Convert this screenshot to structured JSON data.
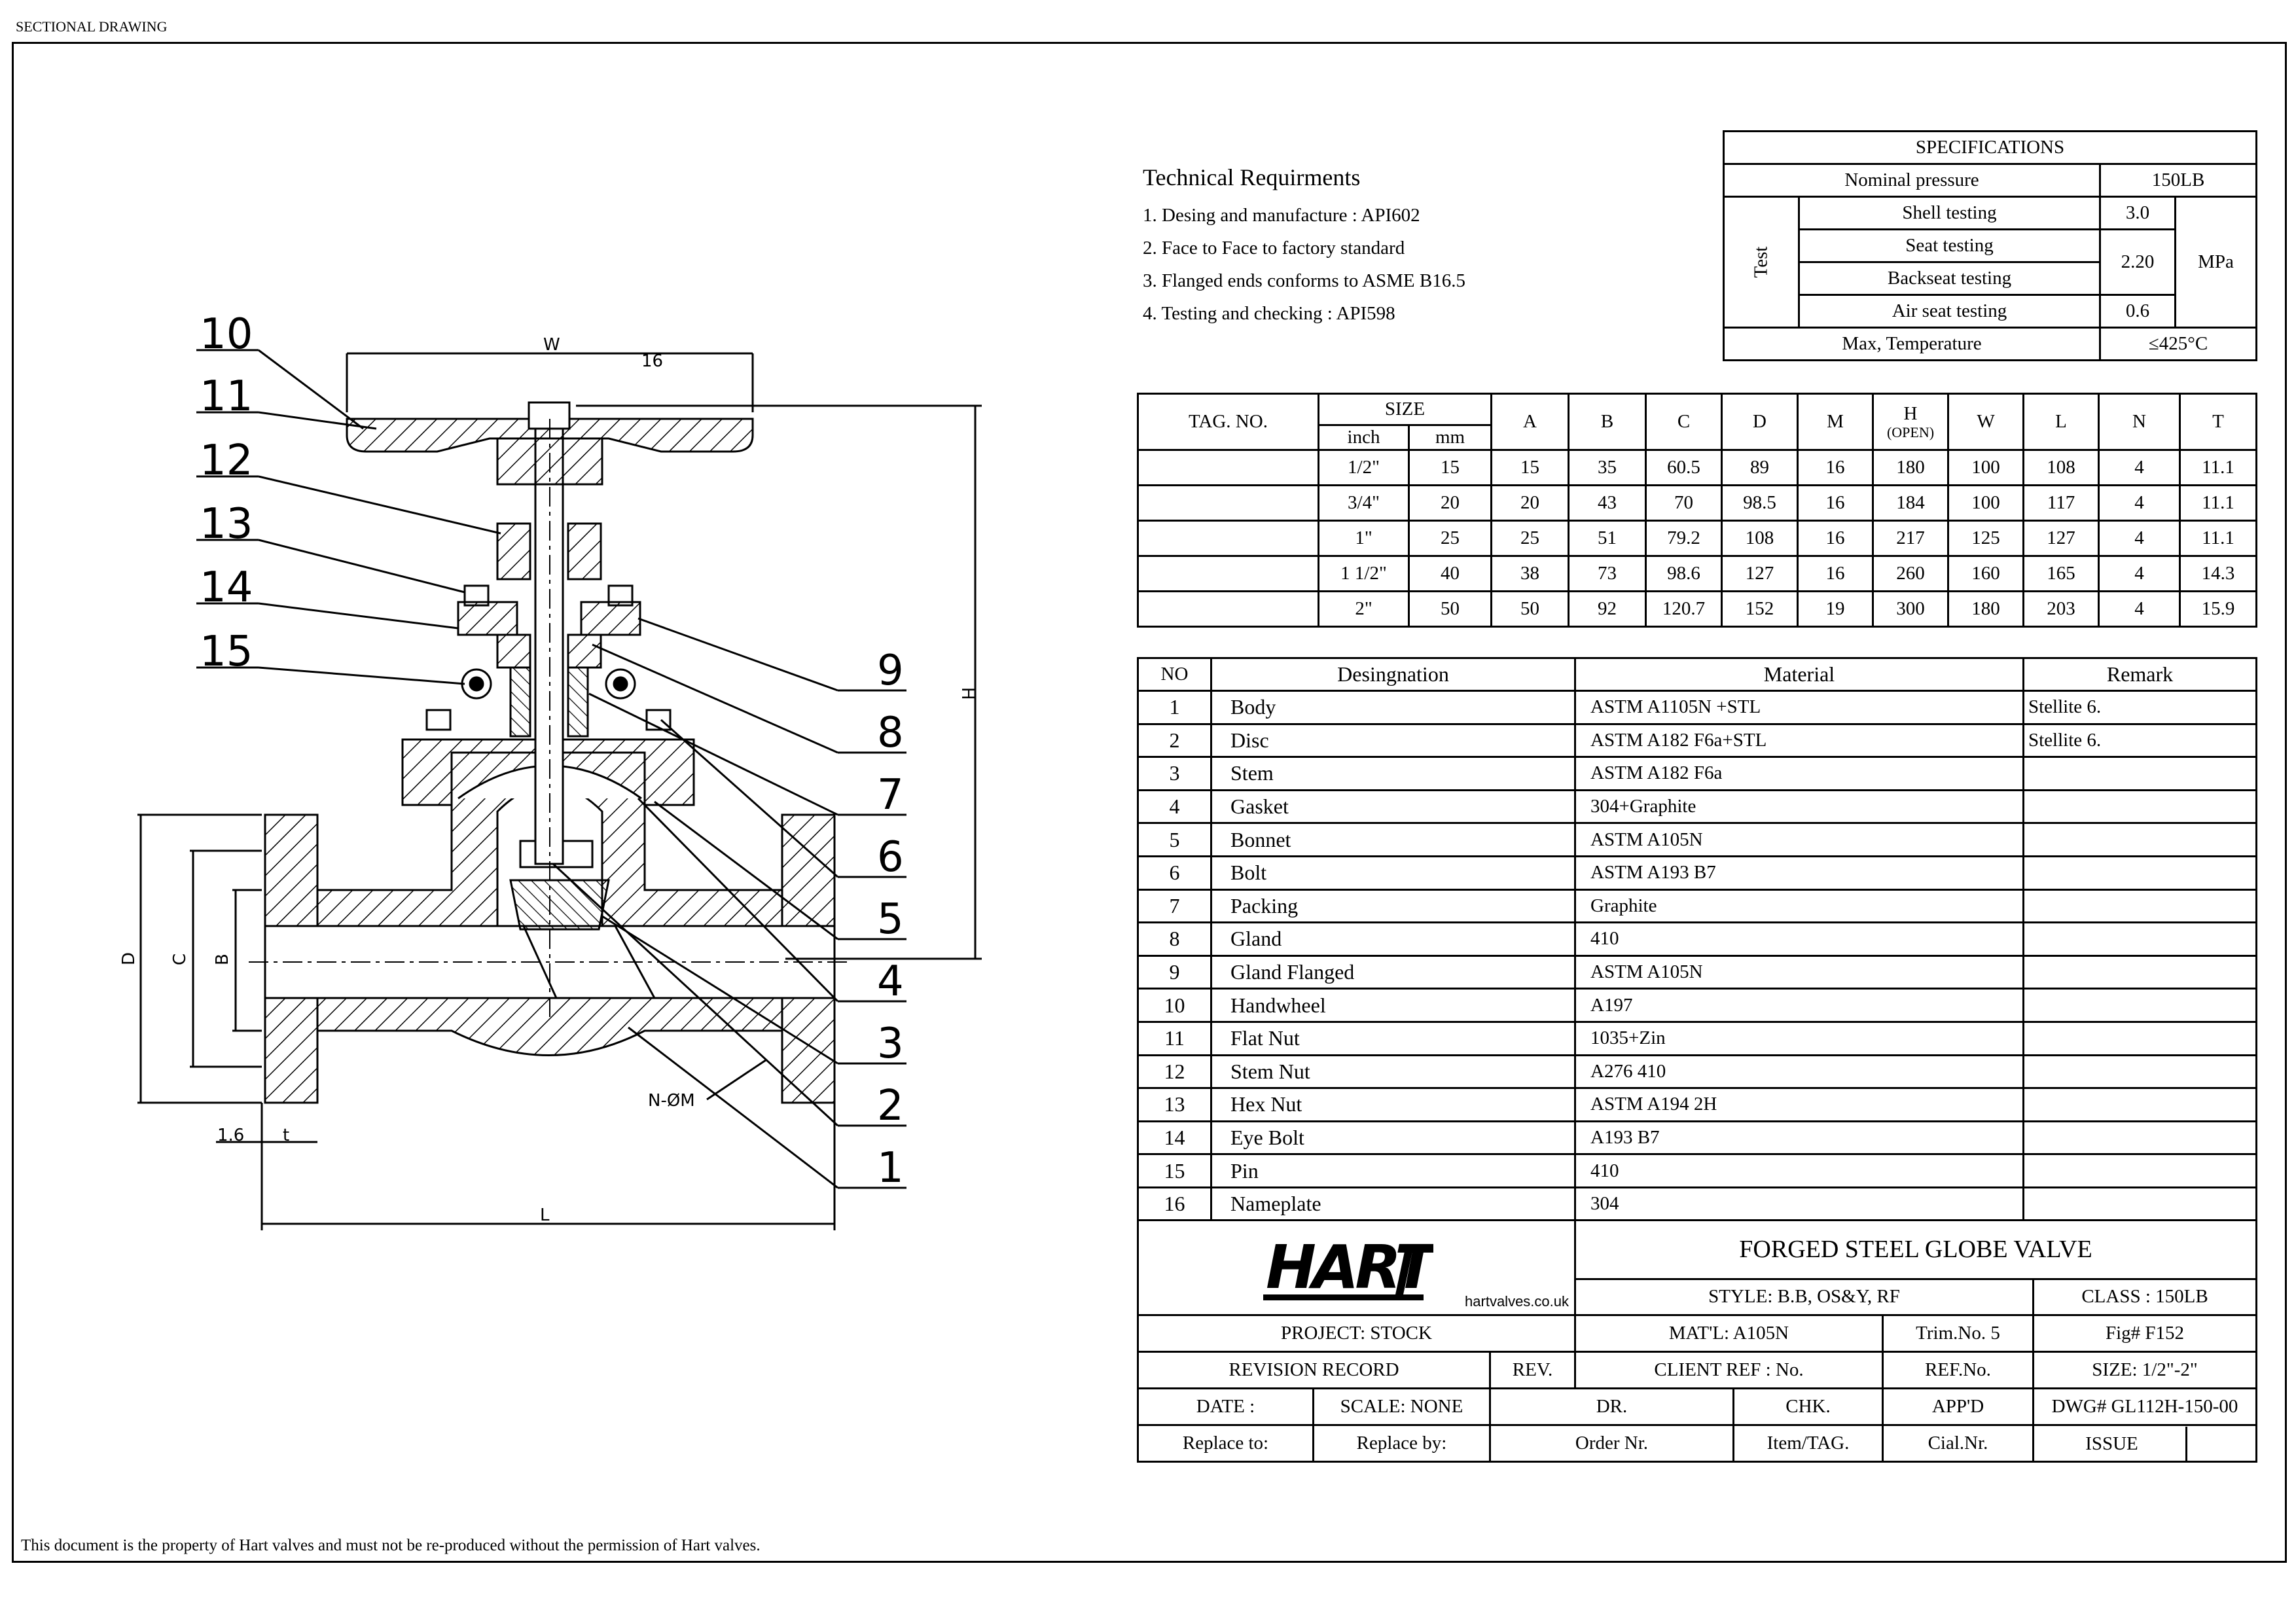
{
  "header": "SECTIONAL DRAWING",
  "footer": "This document is the property of Hart valves and must not be re-produced without the permission of Hart valves.",
  "technical": {
    "title": "Technical Requirments",
    "items": [
      "1. Desing and manufacture : API602",
      "2. Face to Face to factory standard",
      "3. Flanged ends conforms to ASME B16.5",
      "4. Testing and checking : API598"
    ]
  },
  "specifications": {
    "title": "SPECIFICATIONS",
    "nominal_label": "Nominal pressure",
    "nominal_value": "150LB",
    "test_label": "Test",
    "shell_label": "Shell testing",
    "shell_value": "3.0",
    "seat_label": "Seat testing",
    "seat_backseat_value": "2.20",
    "backseat_label": "Backseat testing",
    "air_label": "Air seat testing",
    "air_value": "0.6",
    "unit": "MPa",
    "temp_label": "Max, Temperature",
    "temp_value": "≤425°C"
  },
  "dimensions": {
    "headers": {
      "tag": "TAG. NO.",
      "size": "SIZE",
      "inch": "inch",
      "mm": "mm",
      "A": "A",
      "B": "B",
      "C": "C",
      "D": "D",
      "M": "M",
      "H": "H",
      "H_sub": "(OPEN)",
      "W": "W",
      "L": "L",
      "N": "N",
      "T": "T"
    },
    "rows": [
      [
        "",
        "1/2\"",
        "15",
        "15",
        "35",
        "60.5",
        "89",
        "16",
        "180",
        "100",
        "108",
        "4",
        "11.1"
      ],
      [
        "",
        "3/4\"",
        "20",
        "20",
        "43",
        "70",
        "98.5",
        "16",
        "184",
        "100",
        "117",
        "4",
        "11.1"
      ],
      [
        "",
        "1\"",
        "25",
        "25",
        "51",
        "79.2",
        "108",
        "16",
        "217",
        "125",
        "127",
        "4",
        "11.1"
      ],
      [
        "",
        "1 1/2\"",
        "40",
        "38",
        "73",
        "98.6",
        "127",
        "16",
        "260",
        "160",
        "165",
        "4",
        "14.3"
      ],
      [
        "",
        "2\"",
        "50",
        "50",
        "92",
        "120.7",
        "152",
        "19",
        "300",
        "180",
        "203",
        "4",
        "15.9"
      ]
    ]
  },
  "bom": {
    "headers": {
      "no": "NO",
      "designation": "Desingnation",
      "material": "Material",
      "remark": "Remark"
    },
    "rows": [
      {
        "no": "1",
        "name": "Body",
        "material": "ASTM A1105N +STL",
        "remark": "Stellite 6."
      },
      {
        "no": "2",
        "name": "Disc",
        "material": "ASTM A182 F6a+STL",
        "remark": "Stellite 6."
      },
      {
        "no": "3",
        "name": "Stem",
        "material": "ASTM A182 F6a",
        "remark": ""
      },
      {
        "no": "4",
        "name": "Gasket",
        "material": " 304+Graphite",
        "remark": ""
      },
      {
        "no": "5",
        "name": "Bonnet",
        "material": "ASTM A105N",
        "remark": ""
      },
      {
        "no": "6",
        "name": "Bolt",
        "material": "ASTM A193 B7",
        "remark": ""
      },
      {
        "no": "7",
        "name": "Packing",
        "material": "Graphite",
        "remark": ""
      },
      {
        "no": "8",
        "name": "Gland",
        "material": "410",
        "remark": ""
      },
      {
        "no": "9",
        "name": "Gland Flanged",
        "material": "ASTM A105N",
        "remark": ""
      },
      {
        "no": "10",
        "name": "Handwheel",
        "material": "A197",
        "remark": ""
      },
      {
        "no": "11",
        "name": "Flat Nut",
        "material": "1035+Zin",
        "remark": ""
      },
      {
        "no": "12",
        "name": "Stem Nut",
        "material": "A276 410",
        "remark": ""
      },
      {
        "no": "13",
        "name": "Hex Nut",
        "material": "ASTM A194 2H",
        "remark": ""
      },
      {
        "no": "14",
        "name": "Eye Bolt",
        "material": "A193 B7",
        "remark": ""
      },
      {
        "no": "15",
        "name": "Pin",
        "material": "410",
        "remark": ""
      },
      {
        "no": "16",
        "name": "Nameplate",
        "material": "304",
        "remark": ""
      }
    ]
  },
  "title_block": {
    "logo": "HART",
    "website": "hartvalves.co.uk",
    "title": "FORGED STEEL GLOBE VALVE",
    "style": "STYLE: B.B, OS&Y, RF",
    "class": "CLASS : 150LB",
    "project": "PROJECT: STOCK",
    "material": "MAT'L: A105N",
    "trim": "Trim.No. 5",
    "fig": "Fig# F152",
    "revision": "REVISION RECORD",
    "rev": "REV.",
    "client_ref": "CLIENT REF : No.",
    "ref_no": "REF.No.",
    "size": "SIZE: 1/2\"-2\"",
    "date": "DATE   :",
    "scale": "SCALE: NONE",
    "dr": "DR.",
    "chk": "CHK.",
    "appd": "APP'D",
    "dwg": "DWG#  GL112H-150-00",
    "replace_to": "Replace to:",
    "replace_by": "Replace by:",
    "order": "Order Nr.",
    "item": "Item/TAG.",
    "cial": "Cial.Nr.",
    "issue": "ISSUE"
  },
  "drawing": {
    "callouts": [
      "10",
      "11",
      "12",
      "13",
      "14",
      "15",
      "9",
      "8",
      "7",
      "6",
      "5",
      "4",
      "3",
      "2",
      "1"
    ],
    "dim_labels": {
      "W": "W",
      "sixteen": "16",
      "H": "H",
      "D": "D",
      "C": "C",
      "B": "B",
      "L": "L",
      "one_six": "1.6",
      "t": "t",
      "NM": "N-ØM"
    }
  }
}
